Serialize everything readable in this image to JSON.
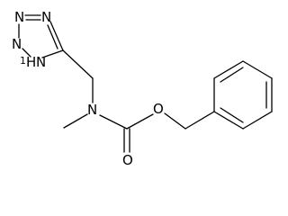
{
  "molecule": {
    "atoms": {
      "tetrazole_n2": "N",
      "tetrazole_n3": "N",
      "tetrazole_n4": "N",
      "tetrazole_n1": "N",
      "tetrazole_nh_h": "H",
      "tetrazole_nh_sub": "1",
      "amine_n": "N",
      "carbonyl_o": "O",
      "ester_o": "O"
    }
  }
}
